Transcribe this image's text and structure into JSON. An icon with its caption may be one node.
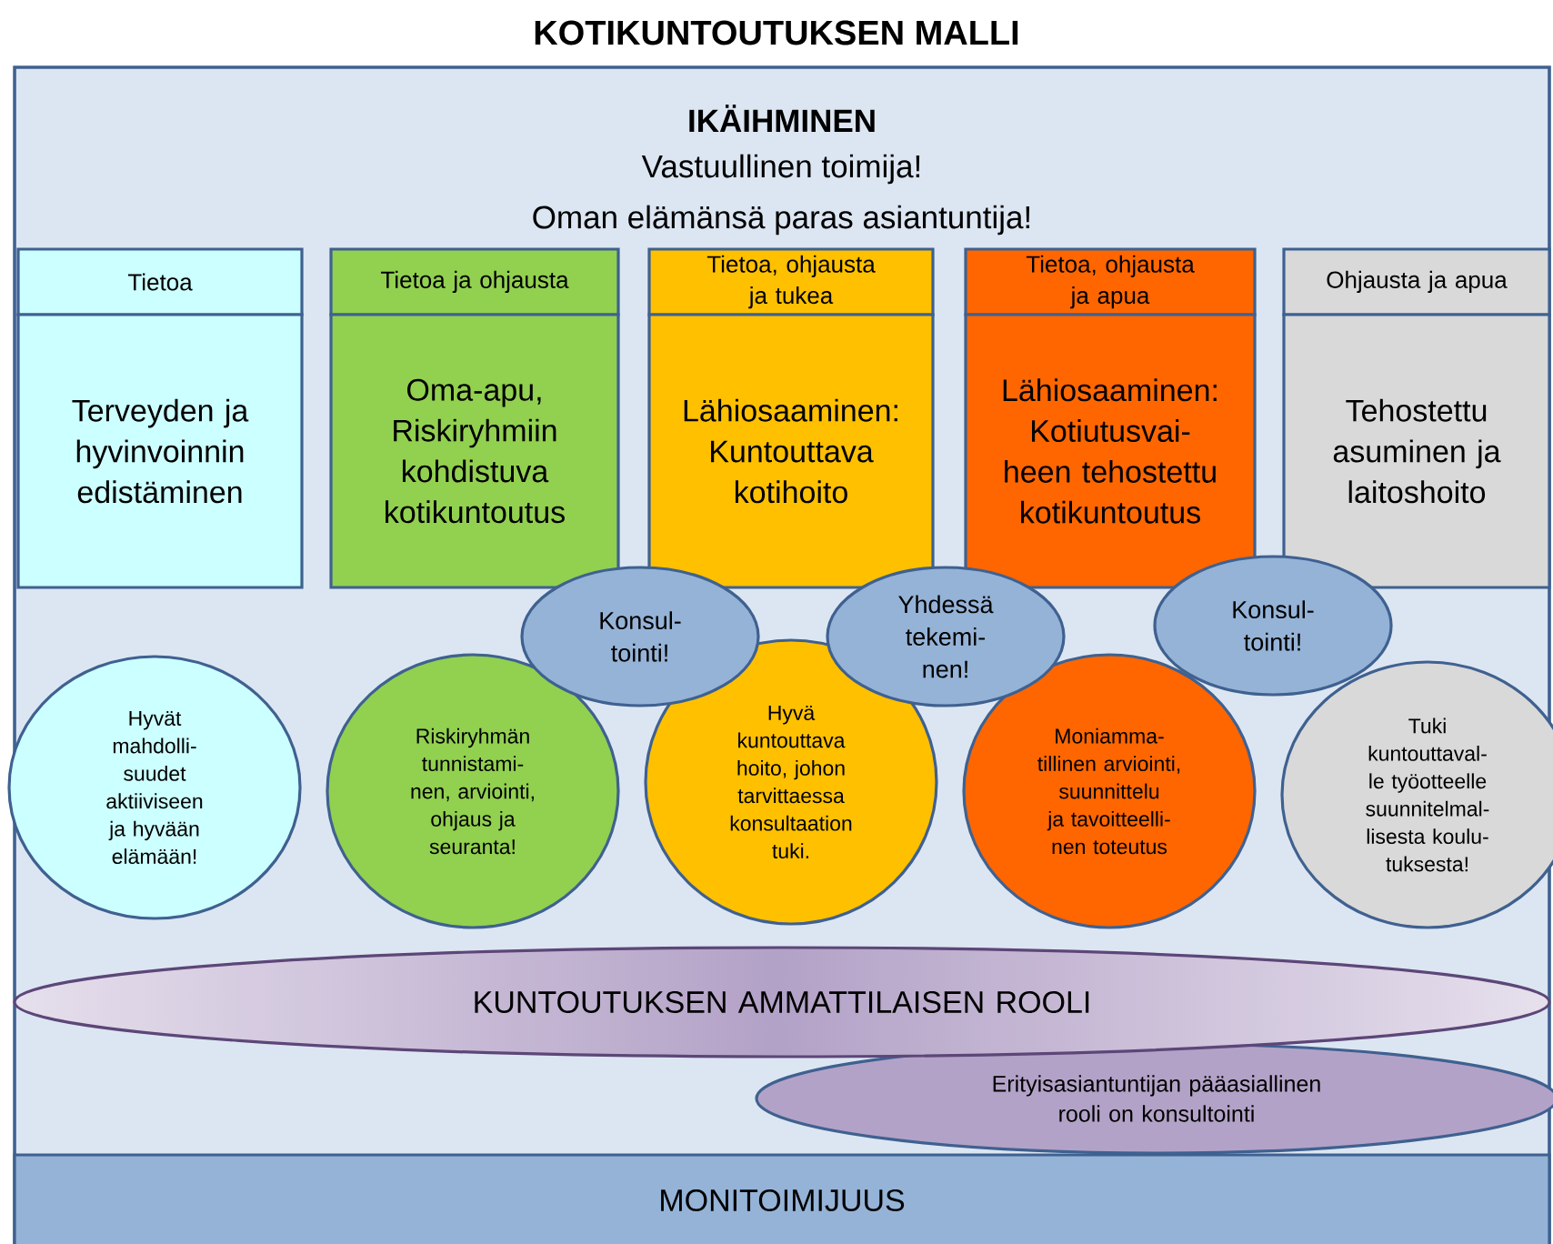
{
  "diagram": {
    "title": "KOTIKUNTOUTUKSEN MALLI",
    "nodes": [
      {
        "text": [
          "IKÄIHMINEN",
          "Vastuullinen toimija!",
          "Oman elämänsä paras asiantuntija!"
        ]
      },
      {
        "text": [
          "Tietoa"
        ],
        "in": 0
      },
      {
        "text": [
          "Tietoa ja ohjausta"
        ],
        "in": 0
      },
      {
        "text": [
          "Tietoa, ohjausta ja tukea"
        ],
        "in": 0
      },
      {
        "text": [
          "Tietoa, ohjausta ja apua"
        ],
        "in": 0
      },
      {
        "text": [
          "Ohjausta ja apua"
        ],
        "in": 0
      },
      {
        "text": [
          "Terveyden ja hyvinvoinnin edistäminen"
        ],
        "in": 0
      },
      {
        "text": [
          "Oma-apu, Riskiryhmiin kohdistuva kotikuntoutus"
        ],
        "in": 0
      },
      {
        "text": [
          "Lähiosaaminen: Kuntouttava kotihoito"
        ],
        "in": 0
      },
      {
        "text": [
          "Lähiosaaminen: Kotiutusvai- heen tehostettu kotikuntoutus"
        ],
        "in": 0
      },
      {
        "text": [
          "Tehostettu asuminen ja laitoshoito"
        ],
        "in": 0
      },
      {
        "text": [
          "Konsul- tointi!"
        ],
        "in": 0
      },
      {
        "text": [
          "Yhdessä tekemi- nen!"
        ],
        "in": 0
      },
      {
        "text": [
          "Konsul- tointi!"
        ],
        "in": 0
      },
      {
        "text": [
          "Hyvät mahdolli- suudet aktiiviseen ja hyvään elämään!"
        ],
        "in": 0
      },
      {
        "text": [
          "Riskiryhmän tunnistami- nen, arviointi, ohjaus ja seuranta!"
        ],
        "in": 0
      },
      {
        "text": [
          "Hyvä kuntouttava hoito, johon tarvittaessa konsultaation tuki."
        ],
        "in": 0
      },
      {
        "text": [
          "Moniamma- tillinen arviointi, suunnittelu ja tavoitteelli- nen toteutus"
        ],
        "in": 0
      },
      {
        "text": [
          "Tuki kuntouttaval- le työotteelle suunnitelmal- lisesta koulu- tuksesta!"
        ],
        "in": 0
      },
      {
        "text": [
          "KUNTOUTUKSEN AMMATTILAISEN ROOLI"
        ],
        "in": 0
      },
      {
        "text": [
          "Erityisasiantuntijan pääasiallinen rooli on konsultointi"
        ],
        "in": 0
      },
      {
        "text": [
          "MONITOIMIJUUS"
        ],
        "in": 0
      }
    ]
  }
}
